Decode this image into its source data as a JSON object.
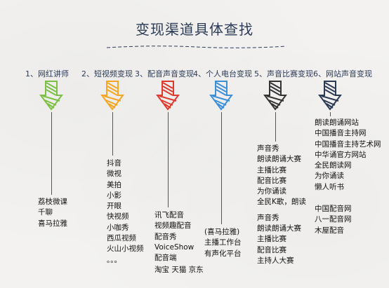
{
  "title": "变现渠道具体查找",
  "columns": [
    {
      "heading": "1、网红讲师",
      "color": "#7bc043",
      "groups": [
        [
          "荔枝微课",
          "千聊",
          "喜马拉雅"
        ]
      ]
    },
    {
      "heading": "2、短视频变现",
      "color": "#f5a623",
      "groups": [
        [
          "抖音",
          "微视",
          "美拍",
          "小影",
          "开眼",
          "快视频",
          "小咖秀",
          "西瓜视频",
          "火山小视频",
          "。。。"
        ]
      ]
    },
    {
      "heading": "3、配音声音变现",
      "color": "#e03a2f",
      "groups": [
        [
          "讯飞配音",
          "视频趣配音",
          "配音秀",
          "VoiceShow",
          "配音端"
        ],
        [
          "淘宝  天猫  京东"
        ]
      ]
    },
    {
      "heading": "4、个人电台变现",
      "color": "#3b8fd9",
      "groups": [
        [
          "(喜马拉雅)",
          "主播工作台",
          "有声化平台"
        ]
      ]
    },
    {
      "heading": "5、声音比赛变现",
      "color": "#333333",
      "groups": [
        [
          "声音秀",
          "朗读朗诵大赛",
          "主播比赛",
          "配音比赛",
          "为你诵读",
          "全民K歌，朗读"
        ],
        [
          "声音秀",
          "朗读朗诵大赛",
          "主播比赛",
          "配音比赛",
          "主持人大赛"
        ]
      ]
    },
    {
      "heading": "6、网站声音变现",
      "color": "#2b3a55",
      "groups": [
        [
          "朗读朗诵网站",
          "中国播音主持网",
          "中国播音主持艺术网",
          "中华诵官方网站",
          "全民朗读网",
          "为你诵读",
          "懒人听书"
        ],
        [
          "中国配音网",
          "八一配音网",
          "木屋配音"
        ]
      ]
    }
  ]
}
